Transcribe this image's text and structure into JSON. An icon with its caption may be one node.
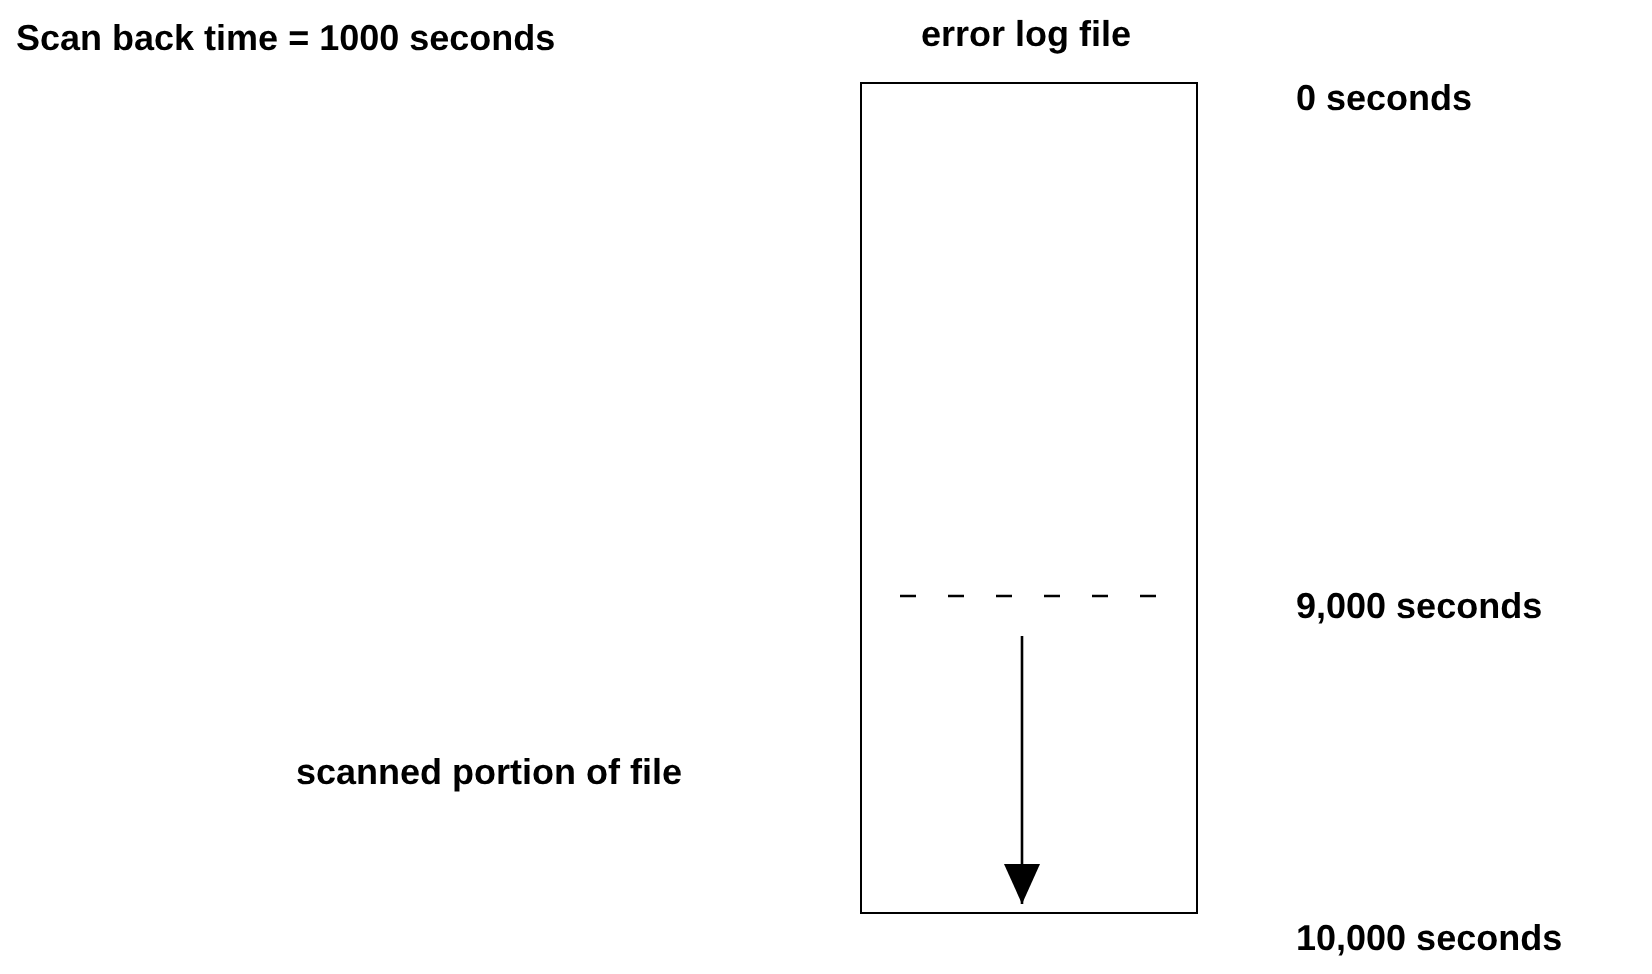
{
  "diagram": {
    "title": "Scan back time = 1000 seconds",
    "nodes": [
      {
        "text": [
          "error log file"
        ]
      }
    ],
    "labels": [
      "0 seconds",
      "9,000 seconds",
      "scanned portion of file",
      "10,000 seconds"
    ]
  }
}
